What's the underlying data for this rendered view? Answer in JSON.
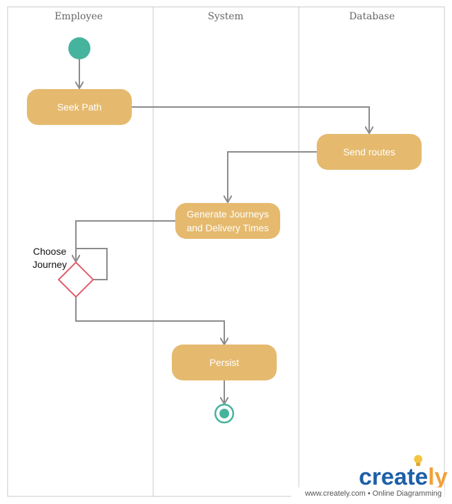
{
  "diagram": {
    "lanes": [
      {
        "title": "Employee"
      },
      {
        "title": "System"
      },
      {
        "title": "Database"
      }
    ],
    "nodes": {
      "seek_path": "Seek Path",
      "send_routes": "Send routes",
      "generate_line1": "Generate Journeys",
      "generate_line2": "and Delivery Times",
      "persist": "Persist"
    },
    "decision_label_line1": "Choose",
    "decision_label_line2": "Journey",
    "colors": {
      "activity_fill": "#E5BA6F",
      "activity_text": "#FFFFFF",
      "start_fill": "#45B39D",
      "end_ring": "#45B39D",
      "decision_stroke": "#E05A6A",
      "connector": "#8A8A8A",
      "lane_border": "#C8C8C8"
    }
  },
  "branding": {
    "brand_main": "creat",
    "brand_accent": "ly",
    "brand_e": "e",
    "brand_color": "#1E5FA8",
    "accent_color": "#F0A03C",
    "footer": "www.creately.com • Online Diagramming"
  }
}
